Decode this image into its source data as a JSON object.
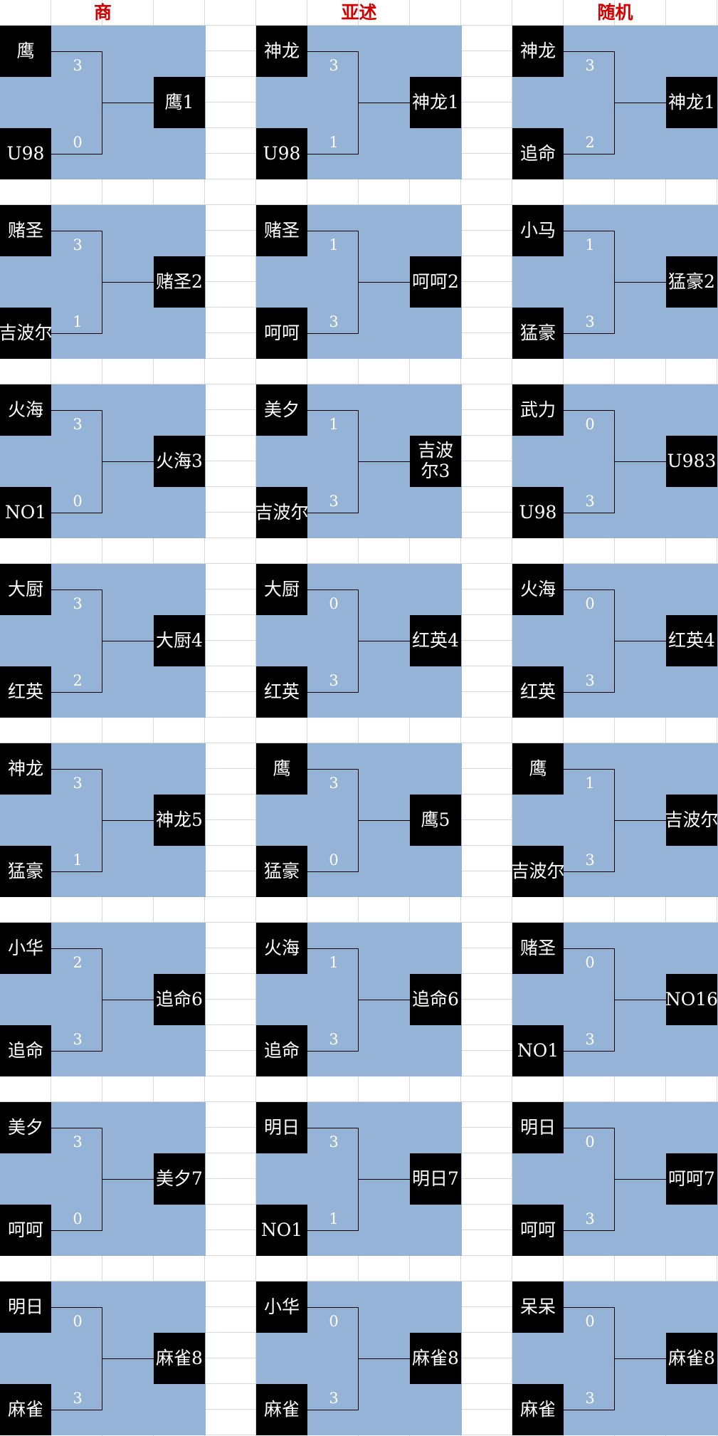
{
  "columns": [
    {
      "title": "商",
      "matches": [
        {
          "top": "鹰",
          "bottom": "U98",
          "top_score": "3",
          "bottom_score": "0",
          "winner": "鹰1"
        },
        {
          "top": "赌圣",
          "bottom": "吉波尔",
          "top_score": "3",
          "bottom_score": "1",
          "winner": "赌圣2"
        },
        {
          "top": "火海",
          "bottom": "NO1",
          "top_score": "3",
          "bottom_score": "0",
          "winner": "火海3"
        },
        {
          "top": "大厨",
          "bottom": "红英",
          "top_score": "3",
          "bottom_score": "2",
          "winner": "大厨4"
        },
        {
          "top": "神龙",
          "bottom": "猛豪",
          "top_score": "3",
          "bottom_score": "1",
          "winner": "神龙5"
        },
        {
          "top": "小华",
          "bottom": "追命",
          "top_score": "2",
          "bottom_score": "3",
          "winner": "追命6"
        },
        {
          "top": "美夕",
          "bottom": "呵呵",
          "top_score": "3",
          "bottom_score": "0",
          "winner": "美夕7"
        },
        {
          "top": "明日",
          "bottom": "麻雀",
          "top_score": "0",
          "bottom_score": "3",
          "winner": "麻雀8"
        }
      ]
    },
    {
      "title": "亚述",
      "matches": [
        {
          "top": "神龙",
          "bottom": "U98",
          "top_score": "3",
          "bottom_score": "1",
          "winner": "神龙1"
        },
        {
          "top": "赌圣",
          "bottom": "呵呵",
          "top_score": "1",
          "bottom_score": "3",
          "winner": "呵呵2"
        },
        {
          "top": "美夕",
          "bottom": "吉波尔",
          "top_score": "1",
          "bottom_score": "3",
          "winner": "吉波尔3"
        },
        {
          "top": "大厨",
          "bottom": "红英",
          "top_score": "0",
          "bottom_score": "3",
          "winner": "红英4"
        },
        {
          "top": "鹰",
          "bottom": "猛豪",
          "top_score": "3",
          "bottom_score": "0",
          "winner": "鹰5"
        },
        {
          "top": "火海",
          "bottom": "追命",
          "top_score": "1",
          "bottom_score": "3",
          "winner": "追命6"
        },
        {
          "top": "明日",
          "bottom": "NO1",
          "top_score": "3",
          "bottom_score": "1",
          "winner": "明日7"
        },
        {
          "top": "小华",
          "bottom": "麻雀",
          "top_score": "0",
          "bottom_score": "3",
          "winner": "麻雀8"
        }
      ]
    },
    {
      "title": "随机",
      "matches": [
        {
          "top": "神龙",
          "bottom": "追命",
          "top_score": "3",
          "bottom_score": "2",
          "winner": "神龙1"
        },
        {
          "top": "小马",
          "bottom": "猛豪",
          "top_score": "1",
          "bottom_score": "3",
          "winner": "猛豪2"
        },
        {
          "top": "武力",
          "bottom": "U98",
          "top_score": "0",
          "bottom_score": "3",
          "winner": "U983"
        },
        {
          "top": "火海",
          "bottom": "红英",
          "top_score": "0",
          "bottom_score": "3",
          "winner": "红英4"
        },
        {
          "top": "鹰",
          "bottom": "吉波尔",
          "top_score": "1",
          "bottom_score": "3",
          "winner": "吉波尔"
        },
        {
          "top": "赌圣",
          "bottom": "NO1",
          "top_score": "0",
          "bottom_score": "3",
          "winner": "NO16"
        },
        {
          "top": "明日",
          "bottom": "呵呵",
          "top_score": "0",
          "bottom_score": "3",
          "winner": "呵呵7"
        },
        {
          "top": "呆呆",
          "bottom": "麻雀",
          "top_score": "0",
          "bottom_score": "3",
          "winner": "麻雀8"
        }
      ]
    }
  ],
  "colors": {
    "header_text": "#d40000",
    "block_bg": "#95b3d7",
    "team_bg": "#000000",
    "team_text": "#ffffff",
    "score_text": "#ffffff"
  }
}
